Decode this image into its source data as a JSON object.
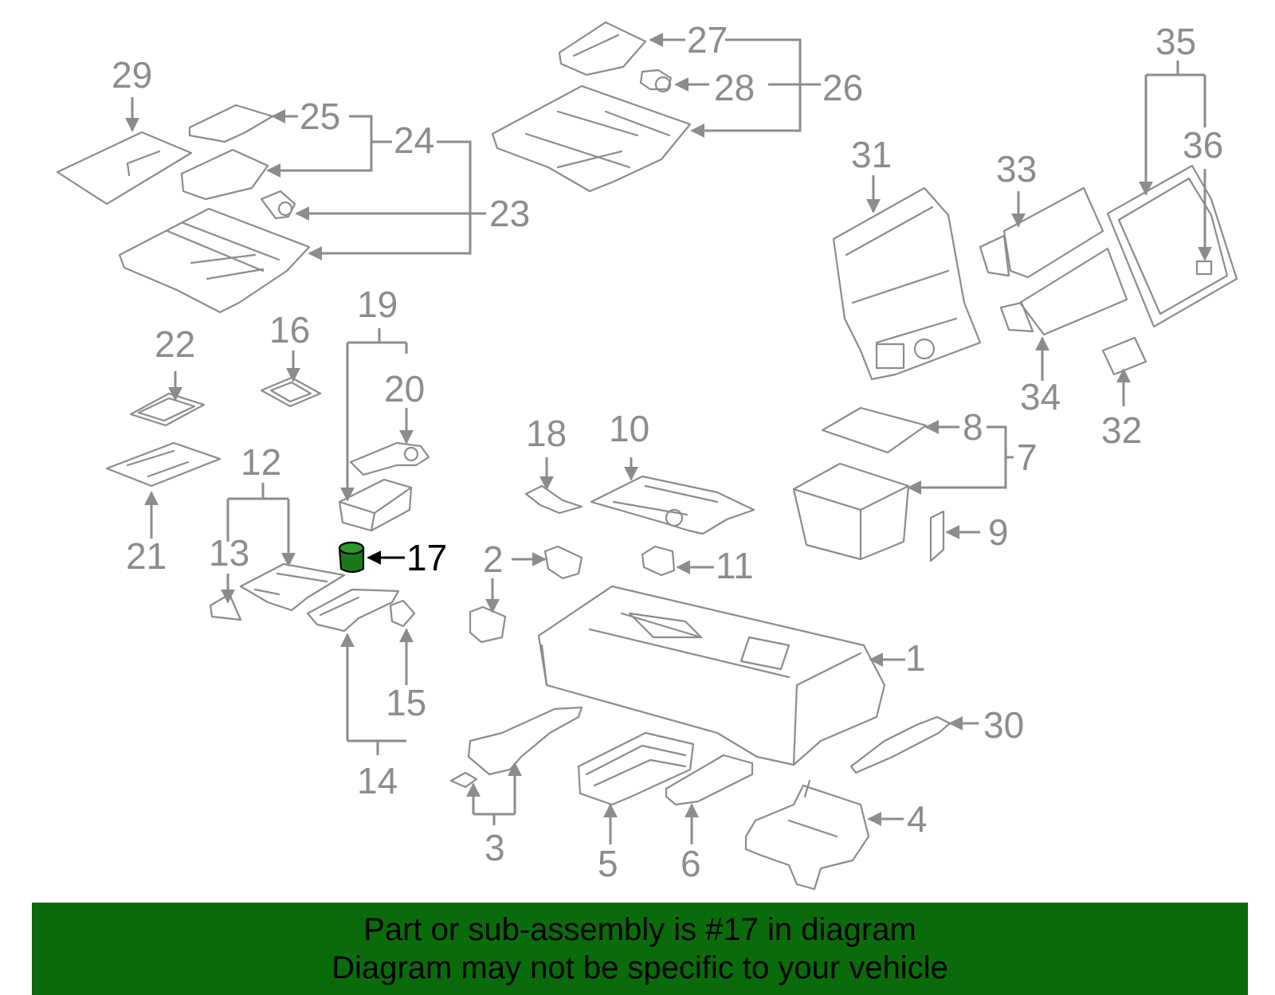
{
  "diagram": {
    "highlighted_part": "17",
    "callouts": [
      "1",
      "2",
      "3",
      "4",
      "5",
      "6",
      "7",
      "8",
      "9",
      "10",
      "11",
      "12",
      "13",
      "14",
      "15",
      "16",
      "17",
      "18",
      "19",
      "20",
      "21",
      "22",
      "23",
      "24",
      "25",
      "26",
      "27",
      "28",
      "29",
      "30",
      "31",
      "32",
      "33",
      "34",
      "35",
      "36"
    ]
  },
  "banner": {
    "line1": "Part or sub-assembly is #17 in diagram",
    "line2": "Diagram may not be specific to your vehicle"
  },
  "colors": {
    "parts": "#8c8c8c",
    "highlight": "#1a7a1a",
    "banner": "#0a6b0a"
  }
}
